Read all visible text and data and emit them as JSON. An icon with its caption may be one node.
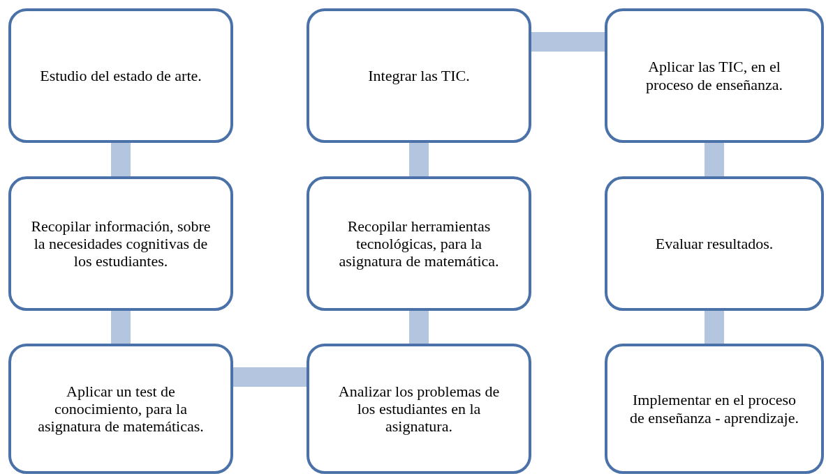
{
  "diagram": {
    "nodes": [
      {
        "text": [
          "Estudio del estado de arte."
        ]
      },
      {
        "text": [
          "Recopilar información, sobre la necesidades cognitivas de los estudiantes."
        ]
      },
      {
        "text": [
          "Aplicar un test de conocimiento, para la asignatura de matemáticas."
        ]
      },
      {
        "text": [
          "Analizar los problemas de los estudiantes en la asignatura."
        ]
      },
      {
        "text": [
          "Recopilar herramientas tecnológicas, para la asignatura de matemática."
        ]
      },
      {
        "text": [
          "Integrar las TIC."
        ]
      },
      {
        "text": [
          "Aplicar las TIC, en el proceso de enseñanza."
        ]
      },
      {
        "text": [
          "Evaluar resultados."
        ]
      },
      {
        "text": [
          "Implementar en el proceso de enseñanza - aprendizaje."
        ]
      }
    ],
    "edges": [
      {
        "from": 0,
        "to": 1,
        "arrow": "none"
      },
      {
        "from": 1,
        "to": 2,
        "arrow": "none"
      },
      {
        "from": 2,
        "to": 3,
        "arrow": "none"
      },
      {
        "from": 3,
        "to": 4,
        "arrow": "none"
      },
      {
        "from": 4,
        "to": 5,
        "arrow": "none"
      },
      {
        "from": 5,
        "to": 6,
        "arrow": "none"
      },
      {
        "from": 6,
        "to": 7,
        "arrow": "none"
      },
      {
        "from": 7,
        "to": 8,
        "arrow": "none"
      }
    ]
  }
}
